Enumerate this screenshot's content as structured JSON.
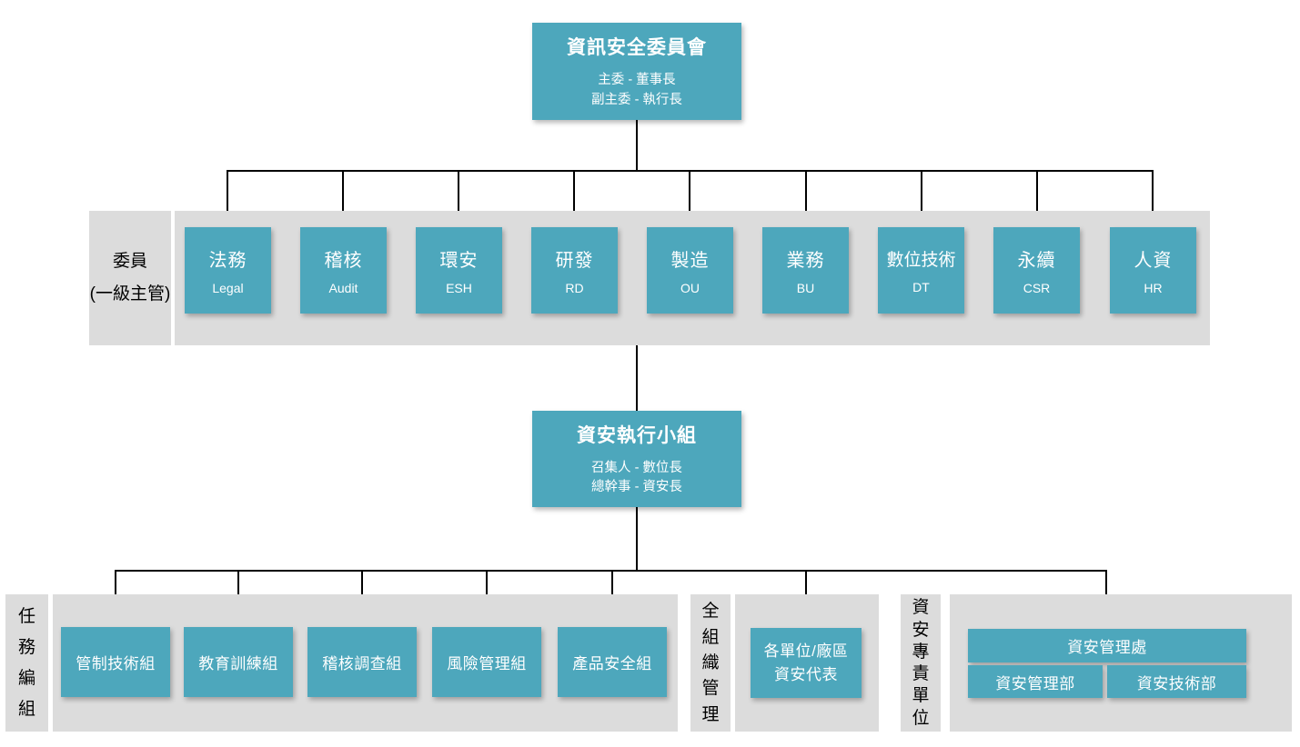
{
  "chart": {
    "type": "org-chart",
    "root": {
      "title": "資訊安全委員會",
      "line1": "主委 - 董事長",
      "line2": "副主委 - 執行長"
    },
    "committee_band": {
      "label_line1": "委員",
      "label_line2": "(一級主管)",
      "members": [
        {
          "zh": "法務",
          "en": "Legal"
        },
        {
          "zh": "稽核",
          "en": "Audit"
        },
        {
          "zh": "環安",
          "en": "ESH"
        },
        {
          "zh": "研發",
          "en": "RD"
        },
        {
          "zh": "製造",
          "en": "OU"
        },
        {
          "zh": "業務",
          "en": "BU"
        },
        {
          "zh": "數位技術",
          "en": "DT"
        },
        {
          "zh": "永續",
          "en": "CSR"
        },
        {
          "zh": "人資",
          "en": "HR"
        }
      ]
    },
    "exec_team": {
      "title": "資安執行小組",
      "line1": "召集人 - 數位長",
      "line2": "總幹事 - 資安長"
    },
    "task_band": {
      "label": "任務編組",
      "groups": [
        "管制技術組",
        "教育訓練組",
        "稽核調查組",
        "風險管理組",
        "產品安全組"
      ]
    },
    "org_band": {
      "label": "全組織管理",
      "box_line1": "各單位/廠區",
      "box_line2": "資安代表"
    },
    "dedicated_band": {
      "label": "資安專責單位",
      "division": "資安管理處",
      "departments": [
        "資安管理部",
        "資安技術部"
      ]
    },
    "colors": {
      "node_fill": "#4da7bc",
      "band_fill": "#dcdcdc",
      "connector": "#000000",
      "node_text": "#ffffff",
      "label_text": "#000000"
    }
  }
}
